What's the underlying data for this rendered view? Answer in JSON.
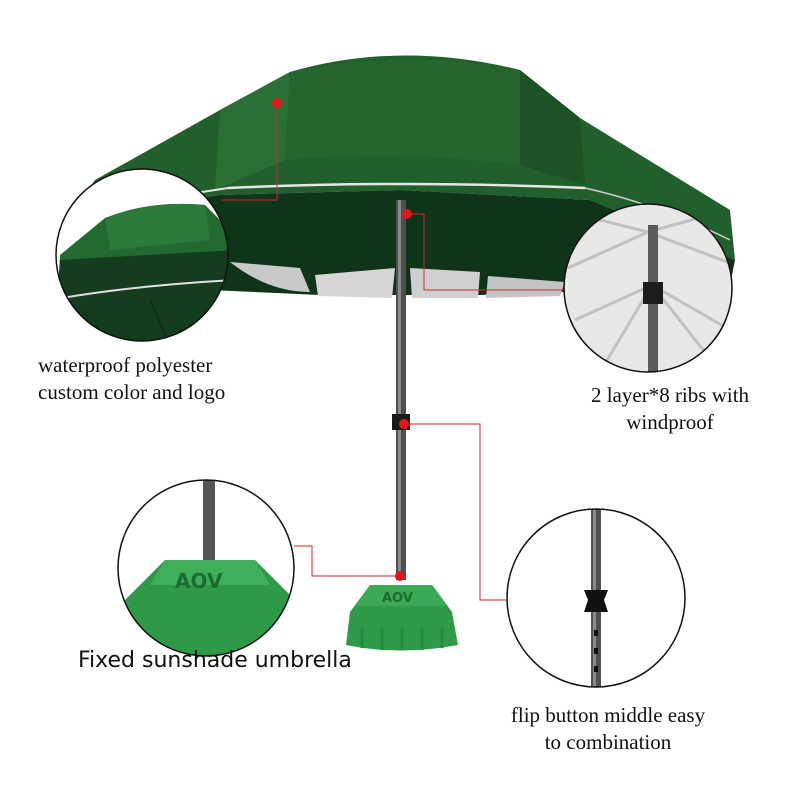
{
  "colors": {
    "canopy": "#1f5e2b",
    "canopy_dark": "#123d1b",
    "canopy_light": "#2f7a3b",
    "base": "#2e9a48",
    "marker": "#e8141c",
    "leader": "#d2262b",
    "pole": "#4a4a4a"
  },
  "callouts": {
    "waterproof": {
      "line1": "waterproof polyester",
      "line2": "custom color and logo"
    },
    "ribs": {
      "line1": "2 layer*8 ribs with",
      "line2": "windproof"
    },
    "fixed": {
      "line1": "Fixed sunshade umbrella"
    },
    "flip": {
      "line1": "flip button middle easy",
      "line2": "to combination"
    }
  }
}
